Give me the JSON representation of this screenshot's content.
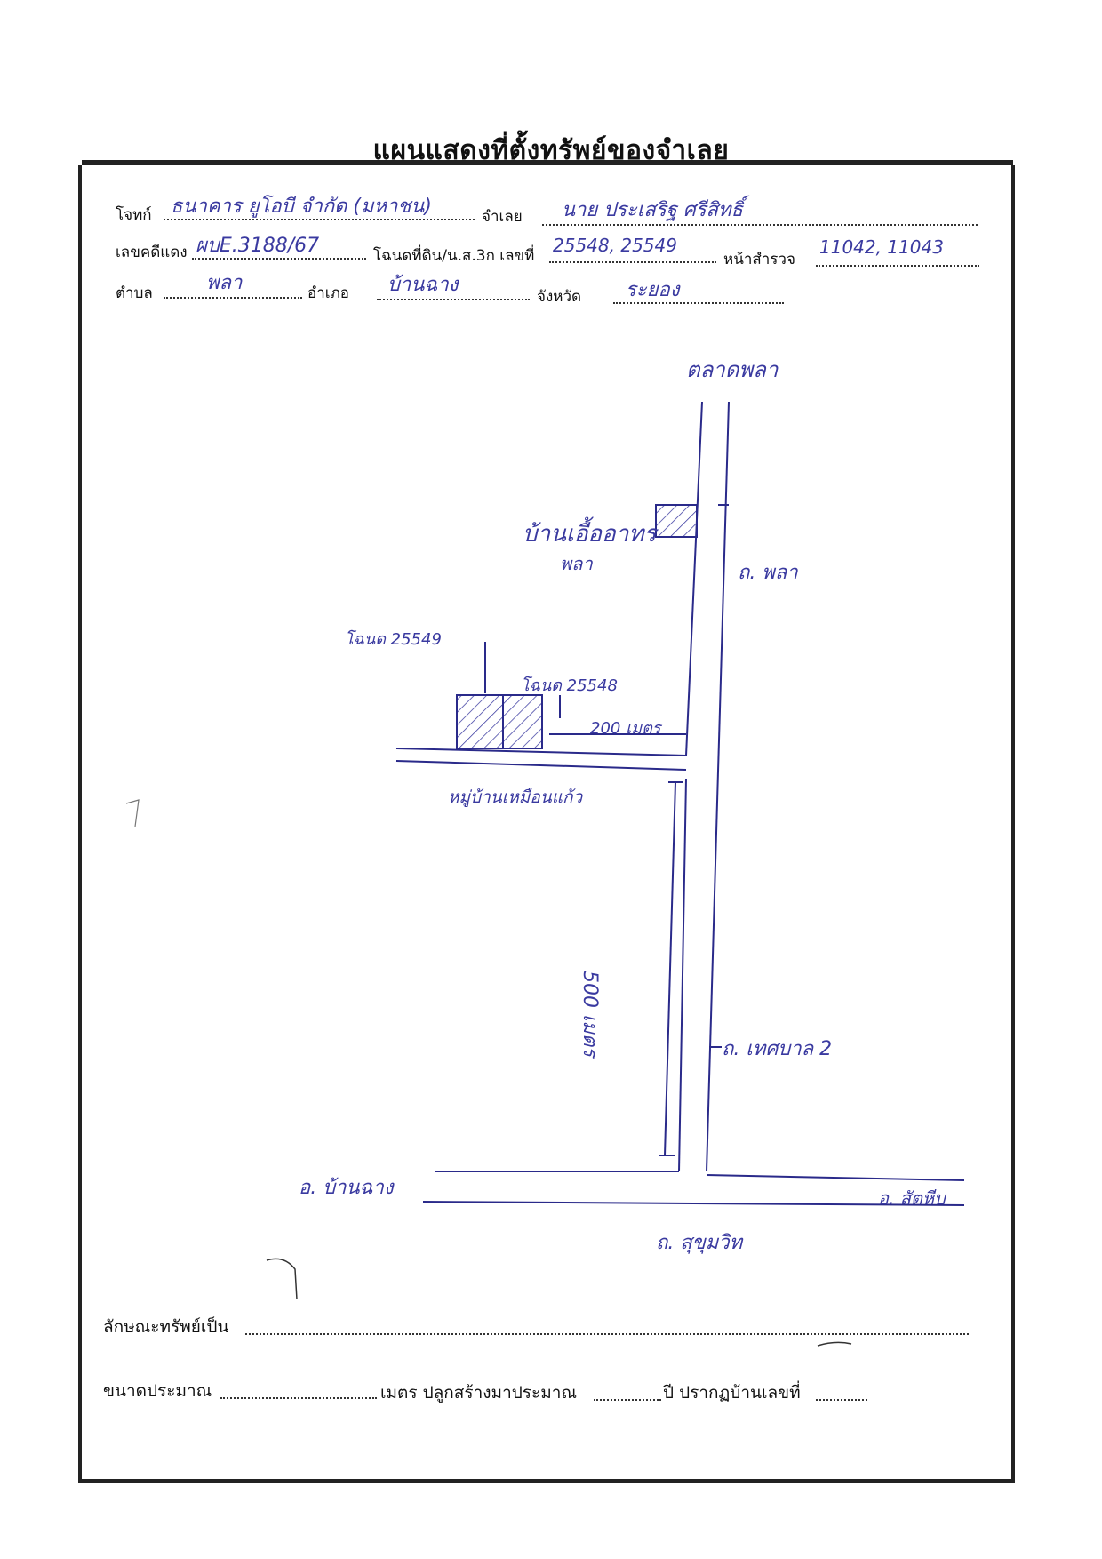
{
  "title": "แผนแสดงที่ตั้งทรัพย์ของจำเลย",
  "form": {
    "plaintiff_label": "โจทก์",
    "plaintiff_value": "ธนาคาร ยูโอบี จำกัด (มหาชน)",
    "defendant_label": "จำเลย",
    "defendant_value": "นาย ประเสริฐ ศรีสิทธิ์",
    "case_label": "เลขคดีแดง",
    "case_value": "ผบE.3188/67",
    "deed_label": "โฉนดที่ดิน/น.ส.3ก เลขที่",
    "deed_value": "25548, 25549",
    "survey_label": "หน้าสำรวจ",
    "survey_value": "11042, 11043",
    "subdistrict_label": "ตำบล",
    "subdistrict_value": "พลา",
    "district_label": "อำเภอ",
    "district_value": "บ้านฉาง",
    "province_label": "จังหวัด",
    "province_value": "ระยอง"
  },
  "map": {
    "market": "ตลาดพลา",
    "landmark_line1": "บ้านเอื้ออาทร",
    "landmark_line2": "พลา",
    "road_pla": "ถ. พลา",
    "deed_left": "โฉนด 25549",
    "deed_right": "โฉนด 25548",
    "dist_200": "200 เมตร",
    "village": "หมู่บ้านเหมือนแก้ว",
    "dist_500": "500 เมตร",
    "road_2": "ถ. เทศบาล 2",
    "amphoe_left": "อ. บ้านฉาง",
    "amphoe_right": "อ. สัตหีบ",
    "road_sukhumvit": "ถ. สุขุมวิท"
  },
  "footer": {
    "property_label": "ลักษณะทรัพย์เป็น",
    "size_label": "ขนาดประมาณ",
    "meter_label": "เมตร ปลูกสร้างมาประมาณ",
    "year_label": "ปี ปรากฏบ้านเลขที่"
  }
}
